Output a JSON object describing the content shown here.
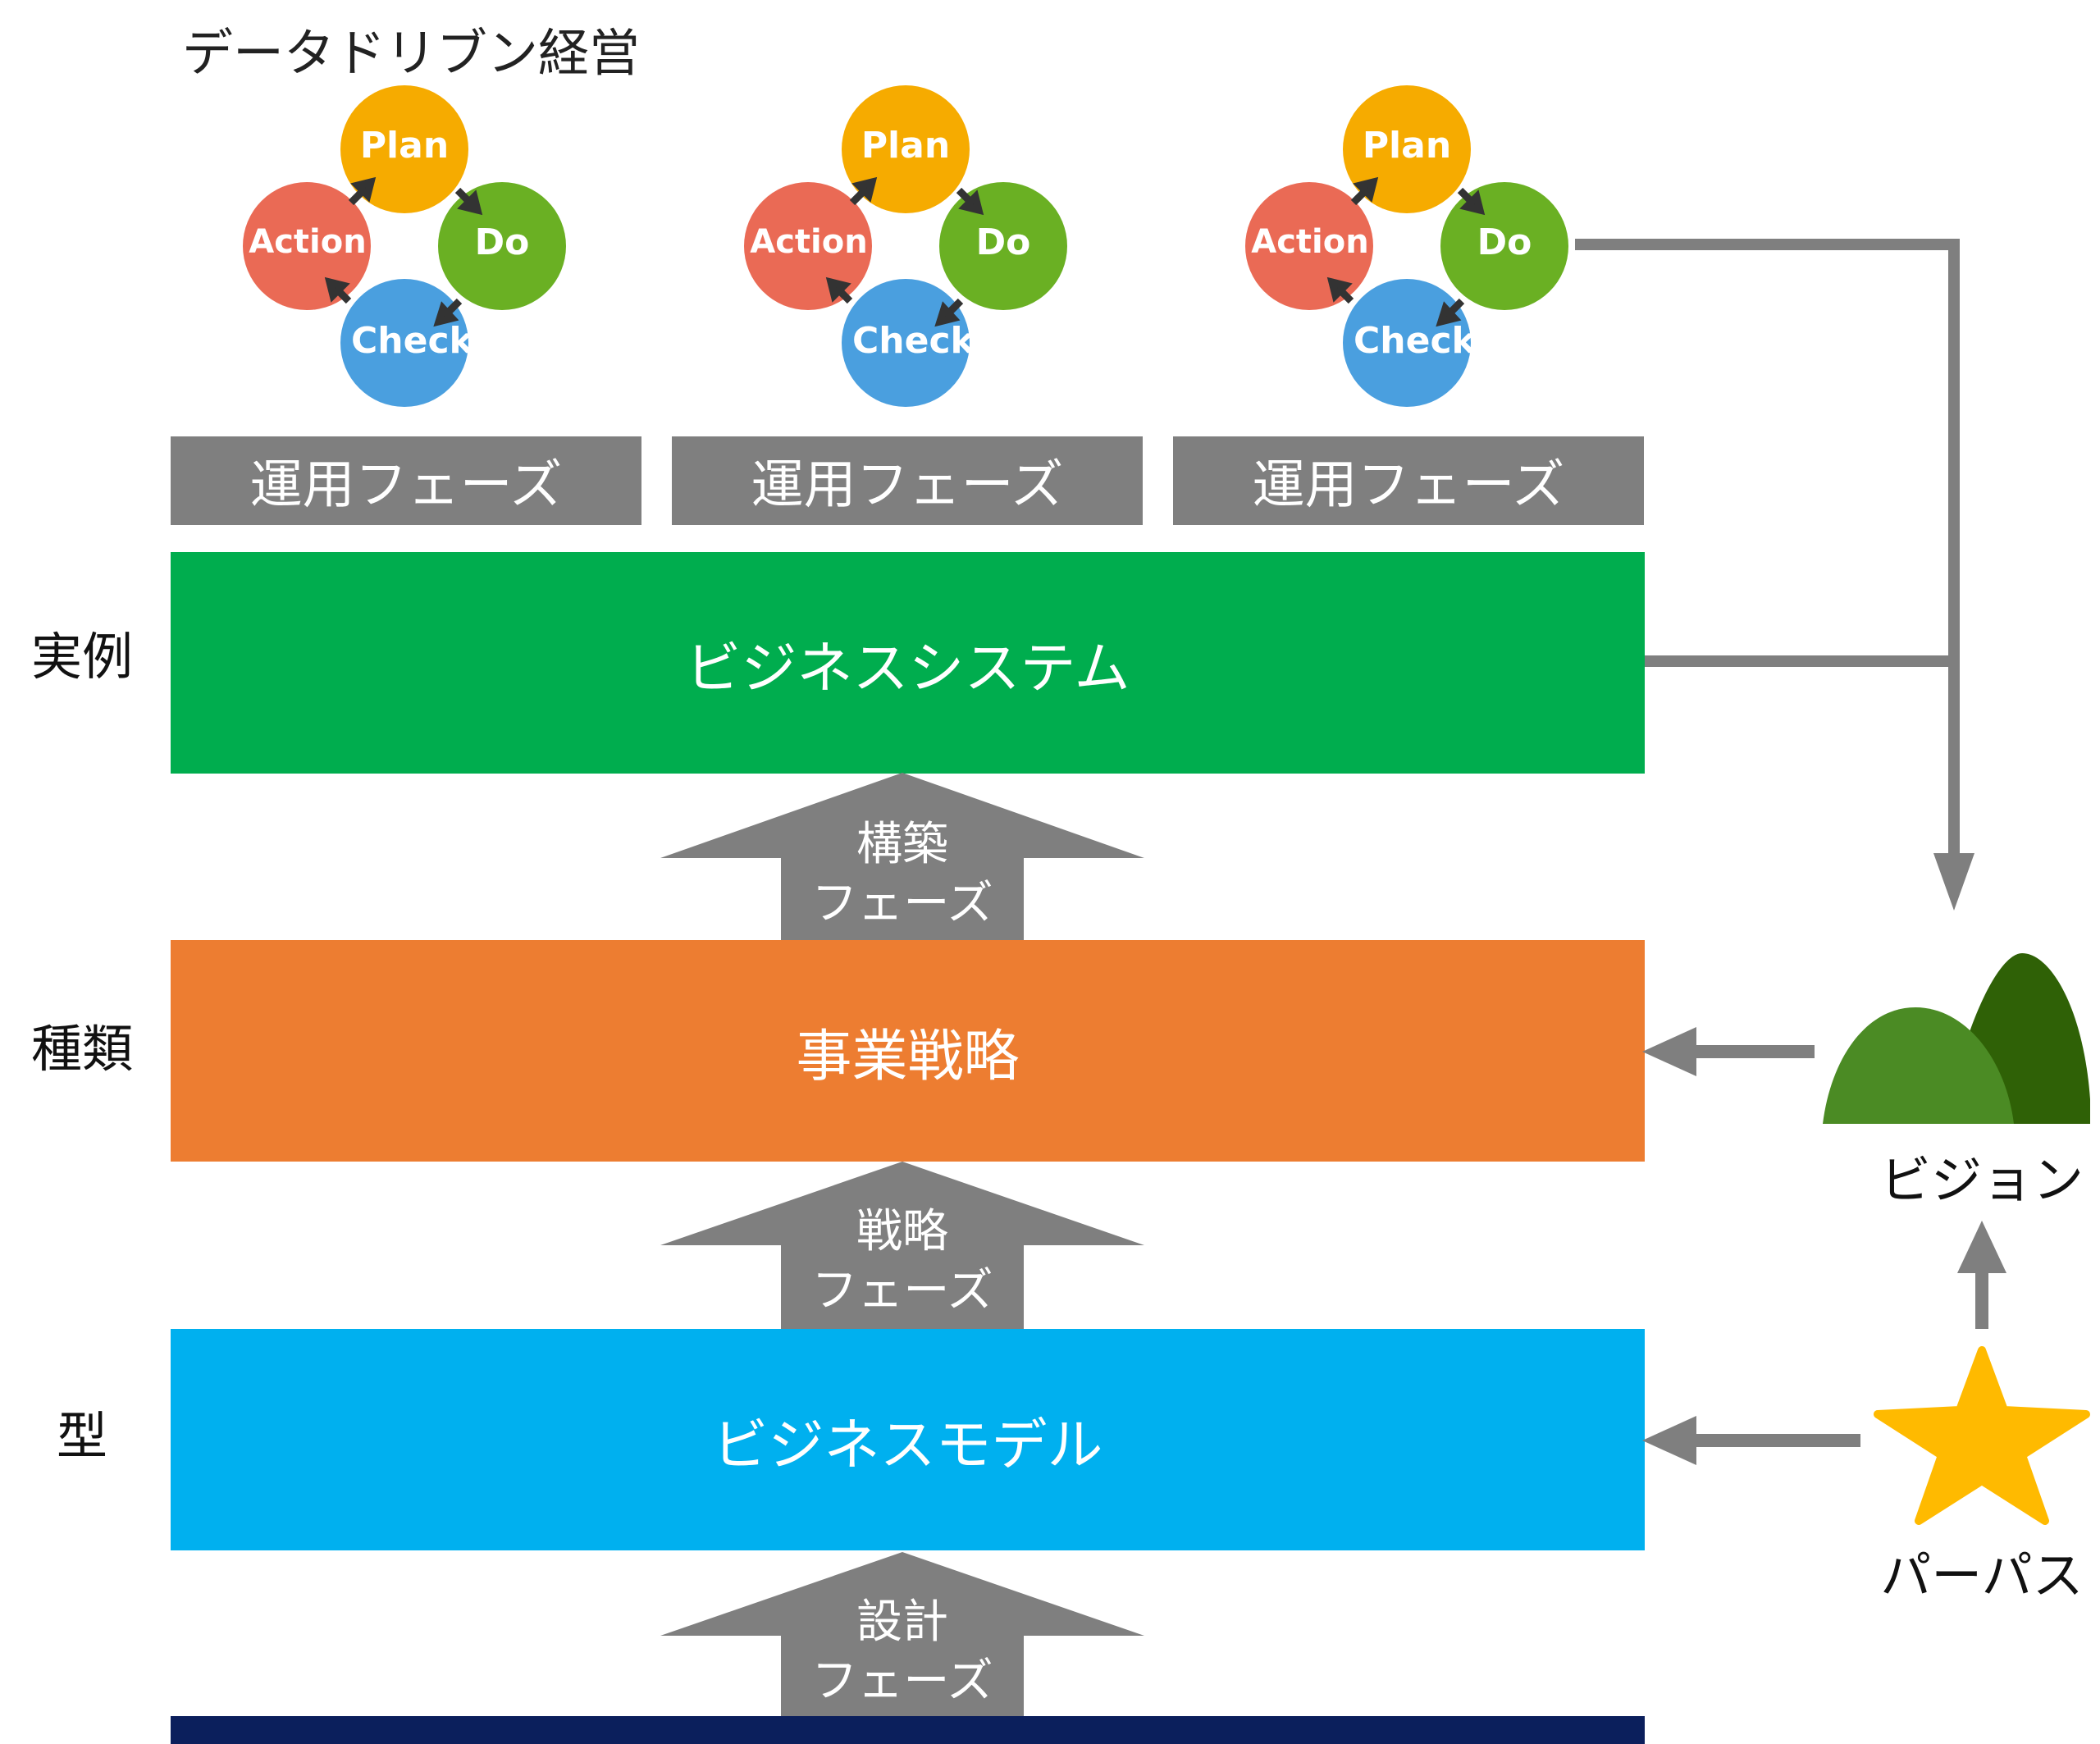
{
  "title": "データドリブン経営",
  "pdca": {
    "plan": "Plan",
    "do": "Do",
    "check": "Check",
    "action": "Action"
  },
  "phases": {
    "operation": [
      "運用フェーズ",
      "運用フェーズ",
      "運用フェーズ"
    ],
    "construction": [
      "構築",
      "フェーズ"
    ],
    "strategy": [
      "戦略",
      "フェーズ"
    ],
    "design": [
      "設計",
      "フェーズ"
    ]
  },
  "bands": {
    "business_system": "ビジネスシステム",
    "business_strategy": "事業戦略",
    "business_model": "ビジネスモデル"
  },
  "levels": {
    "instance": "実例",
    "kind": "種類",
    "type": "型"
  },
  "right": {
    "vision": "ビジョン",
    "purpose": "パーパス"
  },
  "colors": {
    "plan": "#f6ab00",
    "do": "#6ab023",
    "check": "#4a9fdf",
    "action": "#ea6a55",
    "business_system": "#00ad4e",
    "business_strategy": "#ed7d31",
    "business_model": "#00b0ef",
    "base_bar": "#0b1f5c",
    "gray": "#7f7f7f",
    "mountain_light": "#4b8b24",
    "mountain_dark": "#2f6106",
    "star": "#ffba00"
  }
}
